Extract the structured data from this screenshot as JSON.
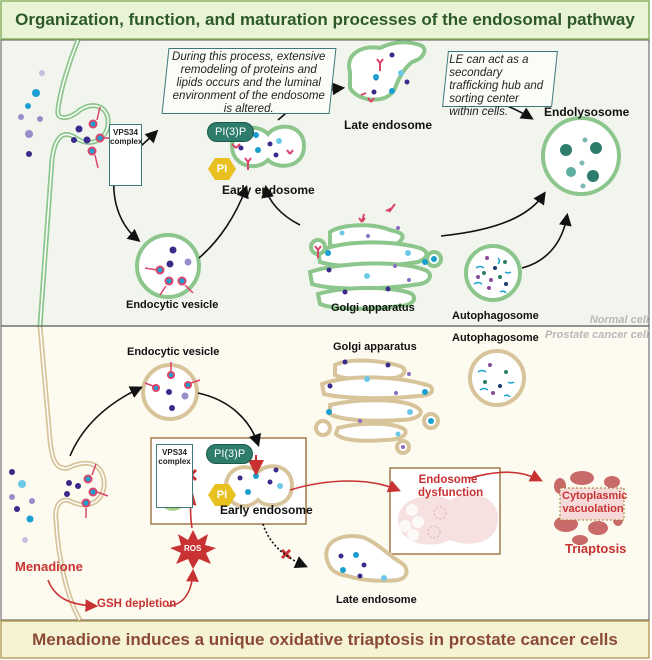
{
  "title": "Organization, function, and maturation processes of the endosomal pathway",
  "footer": "Menadione induces a unique oxidative triaptosis in prostate cancer cells",
  "colors": {
    "top_banner_bg": "#e9f4d6",
    "top_banner_text": "#2e5a2a",
    "normal_bg": "#f2f5ee",
    "cancer_bg": "#fdfaf0",
    "bottom_banner_bg": "#f6f2d4",
    "bottom_banner_text": "#8b4a35",
    "normal_membrane": "#8cc68c",
    "cancer_membrane": "#d8c49a",
    "accent_red": "#c83232",
    "teal": "#2e7d6c",
    "receptor": "#d9456a"
  },
  "normal_cell": {
    "section_label": "Normal cell",
    "note_remodeling": "During this process, extensive remodeling of proteins and lipids occurs and the luminal environment of the endosome is altered.",
    "note_le": "LE can act as a secondary trafficking hub and sorting center within cells.",
    "vps34_label": "VPS34 complex",
    "pi3p_label": "PI(3)P",
    "pi_label": "PI",
    "labels": {
      "early_endosome": "Early endosome",
      "late_endosome": "Late  endosome",
      "endolysosome": "Endolysosome",
      "endocytic_vesicle": "Endocytic vesicle",
      "golgi": "Golgi apparatus",
      "autophagosome": "Autophagosome"
    }
  },
  "cancer_cell": {
    "section_label": "Prostate cancer cell",
    "vps34_label": "VPS34 complex",
    "pi3p_label": "PI(3)P",
    "pi_label": "PI",
    "ros_label": "ROS",
    "menadione_label": "Menadione",
    "gsh_label": "GSH depletion",
    "endosome_dysfunction": "Endosome dysfunction",
    "cytoplasmic_vacuolation": "Cytoplasmic vacuolation",
    "triaptosis": "Triaptosis",
    "labels": {
      "endocytic_vesicle": "Endocytic vesicle",
      "golgi": "Golgi apparatus",
      "autophagosome": "Autophagosome",
      "early_endosome": "Early endosome",
      "late_endosome": "Late  endosome"
    }
  }
}
